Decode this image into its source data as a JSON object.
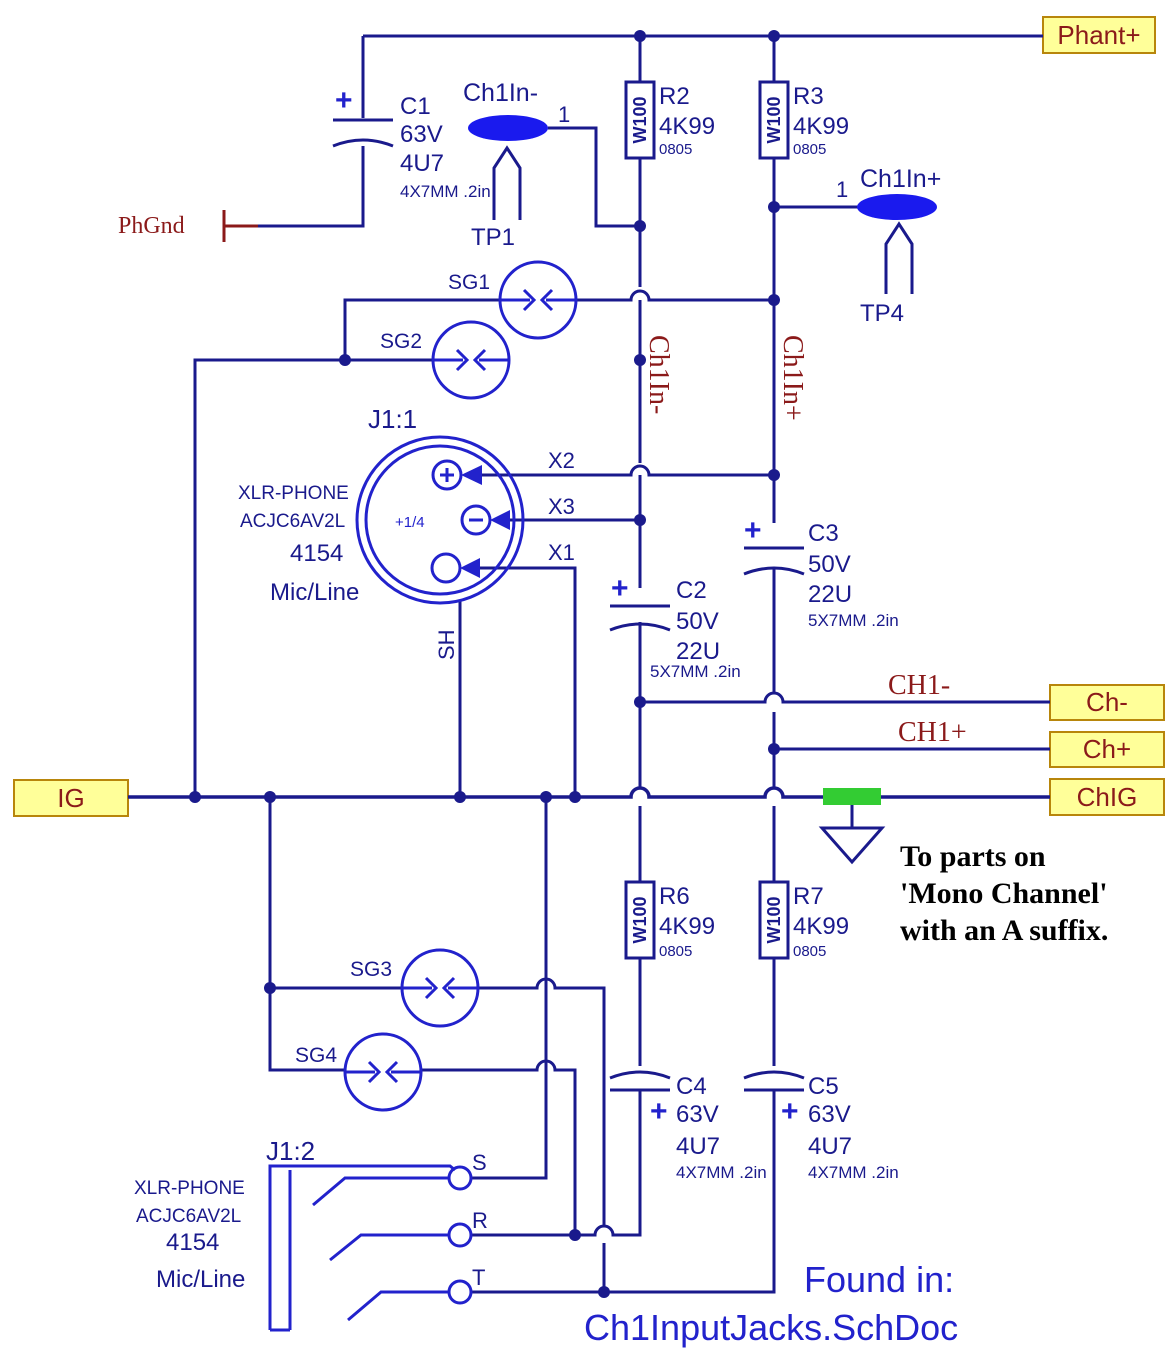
{
  "ports": {
    "phant": "Phant+",
    "ig": "IG",
    "ch_minus": "Ch-",
    "ch_plus": "Ch+",
    "chig": "ChIG"
  },
  "power": {
    "phgnd": "PhGnd"
  },
  "nets": {
    "ch1in_minus": "Ch1In-",
    "ch1in_plus": "Ch1In+",
    "ch1_minus": "CH1-",
    "ch1_plus": "CH1+"
  },
  "testpoints": {
    "tp1": {
      "ref": "TP1",
      "net": "Ch1In-",
      "pin": "1"
    },
    "tp4": {
      "ref": "TP4",
      "net": "Ch1In+",
      "pin": "1"
    }
  },
  "capacitors": {
    "c1": {
      "ref": "C1",
      "voltage": "63V",
      "value": "4U7",
      "pkg": "4X7MM .2in",
      "pol": "+"
    },
    "c2": {
      "ref": "C2",
      "voltage": "50V",
      "value": "22U",
      "pkg": "5X7MM .2in",
      "pol": "+"
    },
    "c3": {
      "ref": "C3",
      "voltage": "50V",
      "value": "22U",
      "pkg": "5X7MM .2in",
      "pol": "+"
    },
    "c4": {
      "ref": "C4",
      "voltage": "63V",
      "value": "4U7",
      "pkg": "4X7MM .2in",
      "pol": "+"
    },
    "c5": {
      "ref": "C5",
      "voltage": "63V",
      "value": "4U7",
      "pkg": "4X7MM .2in",
      "pol": "+"
    }
  },
  "resistors": {
    "r2": {
      "ref": "R2",
      "value": "4K99",
      "pkg": "0805",
      "type": "W100"
    },
    "r3": {
      "ref": "R3",
      "value": "4K99",
      "pkg": "0805",
      "type": "W100"
    },
    "r6": {
      "ref": "R6",
      "value": "4K99",
      "pkg": "0805",
      "type": "W100"
    },
    "r7": {
      "ref": "R7",
      "value": "4K99",
      "pkg": "0805",
      "type": "W100"
    }
  },
  "spark_gaps": {
    "sg1": "SG1",
    "sg2": "SG2",
    "sg3": "SG3",
    "sg4": "SG4"
  },
  "j1_xlr": {
    "ref": "J1:1",
    "part": "XLR-PHONE",
    "mpn": "ACJC6AV2L",
    "num": "4154",
    "desc": "Mic/Line",
    "inner": "+1/4",
    "x1": "X1",
    "x2": "X2",
    "x3": "X3",
    "sh": "SH"
  },
  "j1_trs": {
    "ref": "J1:2",
    "part": "XLR-PHONE",
    "mpn": "ACJC6AV2L",
    "num": "4154",
    "desc": "Mic/Line",
    "s": "S",
    "r": "R",
    "t": "T"
  },
  "note": {
    "line1": "To parts on",
    "line2": "'Mono Channel'",
    "line3": "with an A suffix."
  },
  "found": {
    "line1": "Found in:",
    "line2": "Ch1InputJacks.SchDoc"
  },
  "colors": {
    "wire": "#1a1a8c",
    "net_label": "#8b1a1a",
    "port_fill": "#ffff99",
    "ground_bar": "#33cc33"
  }
}
